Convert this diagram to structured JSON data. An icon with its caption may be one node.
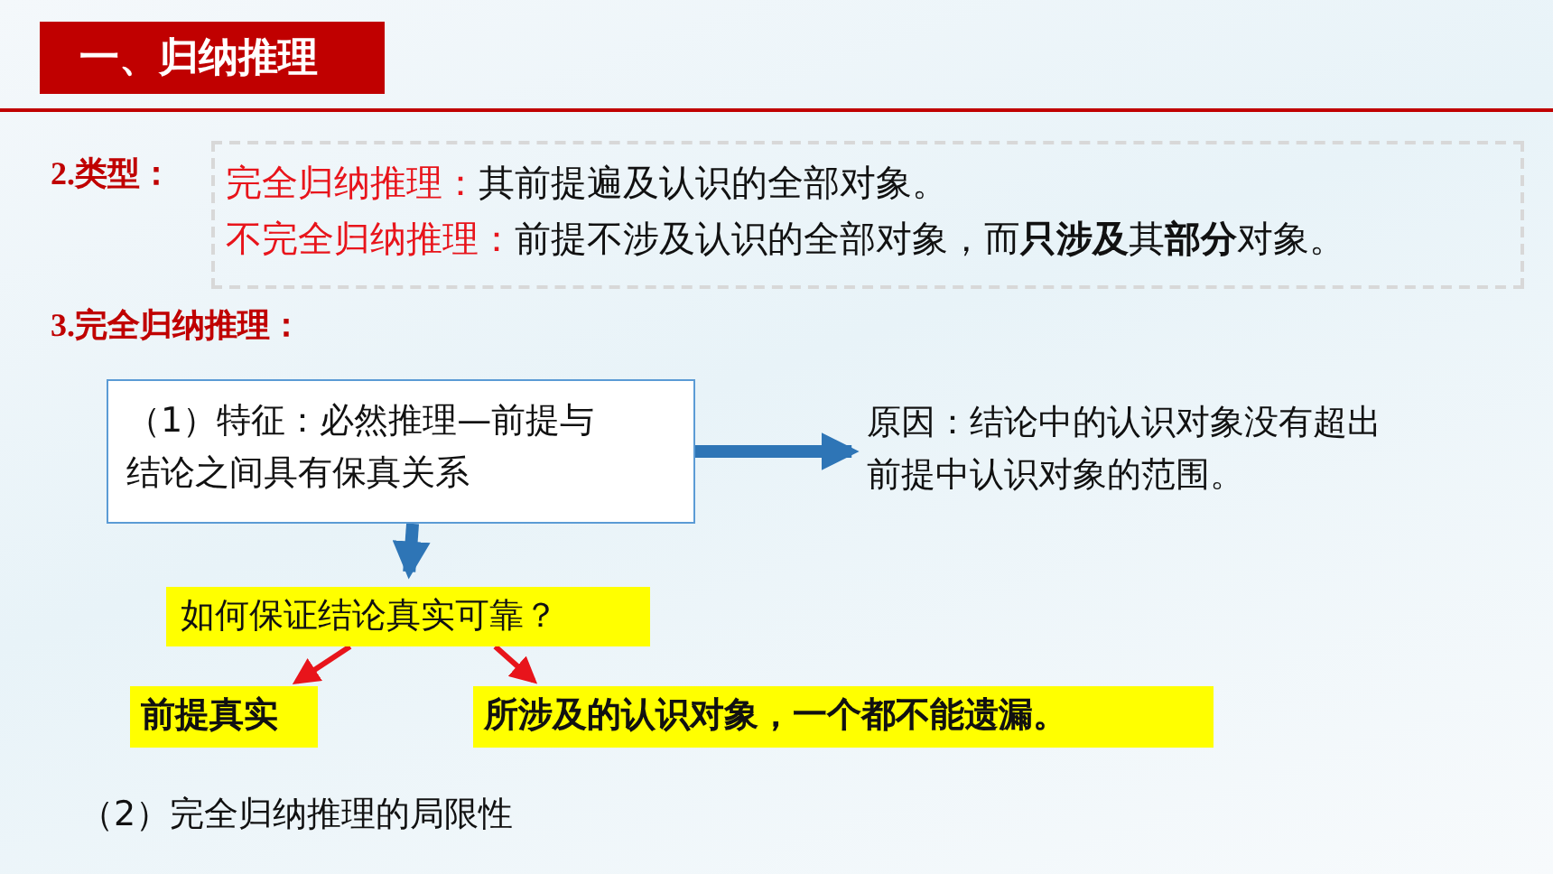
{
  "diagram": {
    "title": "一、归纳推理",
    "nodes": [
      {
        "text": [
          "完全归纳推理：",
          "其前提遍及认识的全部对象。",
          "不完全归纳推理：",
          "前提不涉及认识的全部对象，而**只涉及**其**部分**对象。"
        ]
      },
      {
        "text": [
          "（1）特征：必然推理—前提与结论之间具有保真关系"
        ]
      },
      {
        "text": [
          "原因：结论中的认识对象没有超出前提中认识对象的范围。"
        ]
      },
      {
        "text": [
          "如何保证结论真实可靠？"
        ]
      },
      {
        "text": [
          "前提真实"
        ]
      },
      {
        "text": [
          "所涉及的认识对象，一个都不能遗漏。"
        ]
      }
    ],
    "edges": [
      {
        "from": 1,
        "to": 2,
        "arrow": "to",
        "style": "thick",
        "color": "#2e75b6"
      },
      {
        "from": 1,
        "to": 3,
        "arrow": "to",
        "style": "thick",
        "color": "#2e75b6"
      },
      {
        "from": 3,
        "to": 4,
        "arrow": "to",
        "color": "#e8141b"
      },
      {
        "from": 3,
        "to": 5,
        "arrow": "to",
        "color": "#e8141b"
      }
    ],
    "labels": [
      "2.类型：",
      "3.完全归纳推理：",
      "（2）完全归纳推理的局限性"
    ]
  }
}
